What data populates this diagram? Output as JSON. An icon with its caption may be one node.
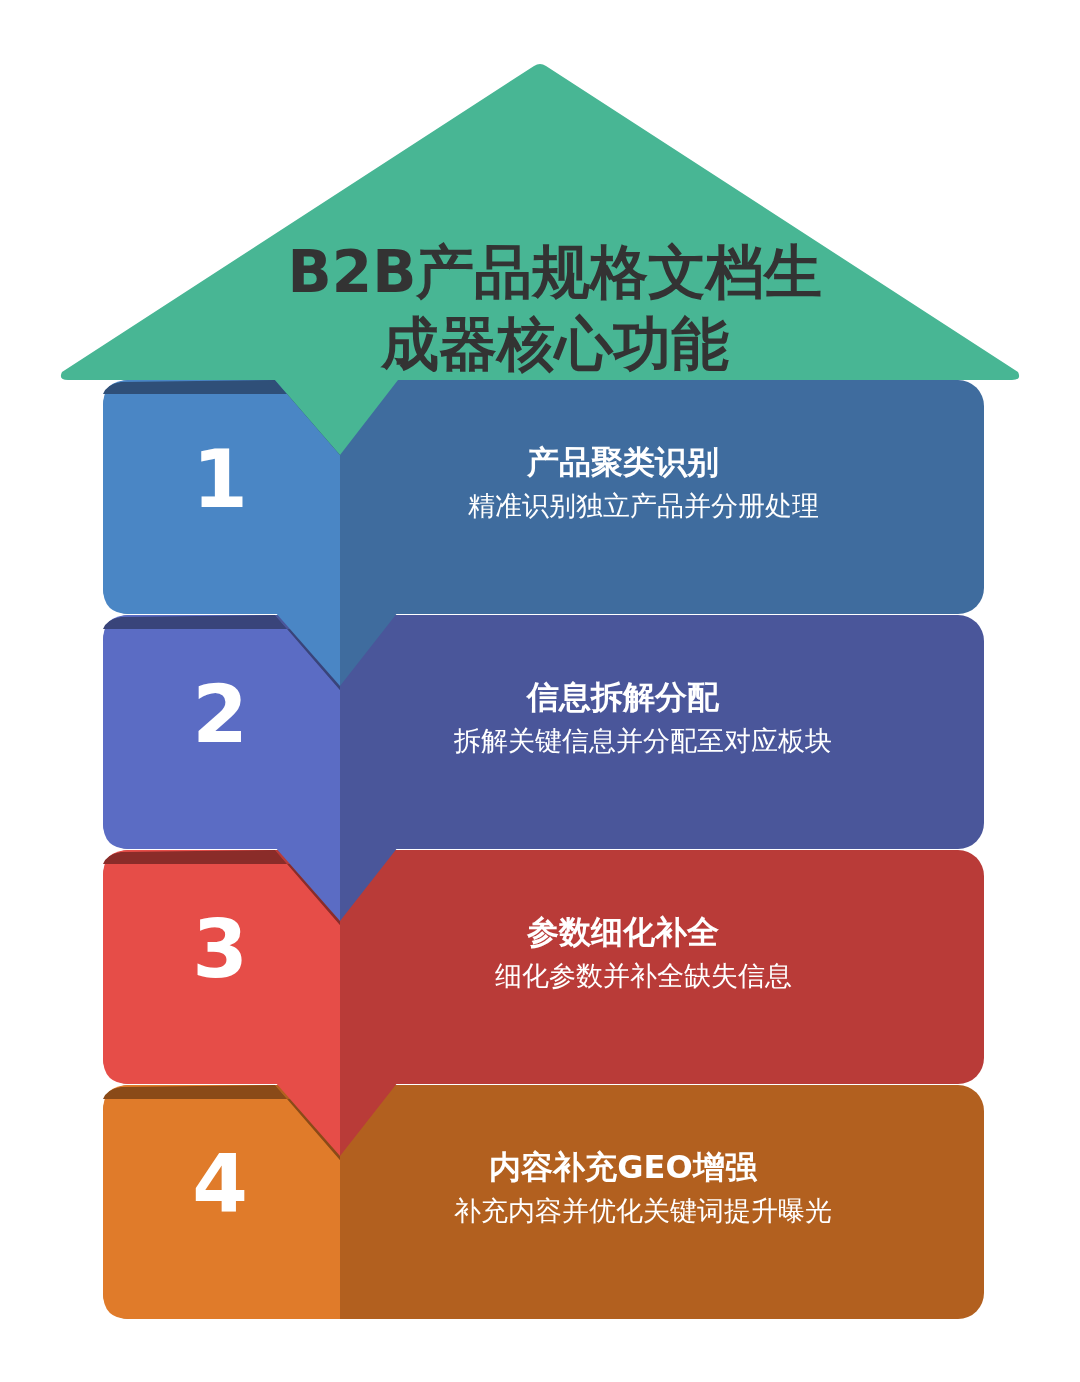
{
  "diagram": {
    "title": "B2B产品规格文档生成器核心功能",
    "nodes": [
      {
        "text": [
          "1",
          "产品聚类识别",
          "精准识别独立产品并分册处理"
        ]
      },
      {
        "text": [
          "2",
          "信息拆解分配",
          "拆解关键信息并分配至对应板块"
        ]
      },
      {
        "text": [
          "3",
          "参数细化补全",
          "细化参数并补全缺失信息"
        ]
      },
      {
        "text": [
          "4",
          "内容补充GEO增强",
          "补充内容并优化关键词提升曝光"
        ]
      }
    ]
  }
}
